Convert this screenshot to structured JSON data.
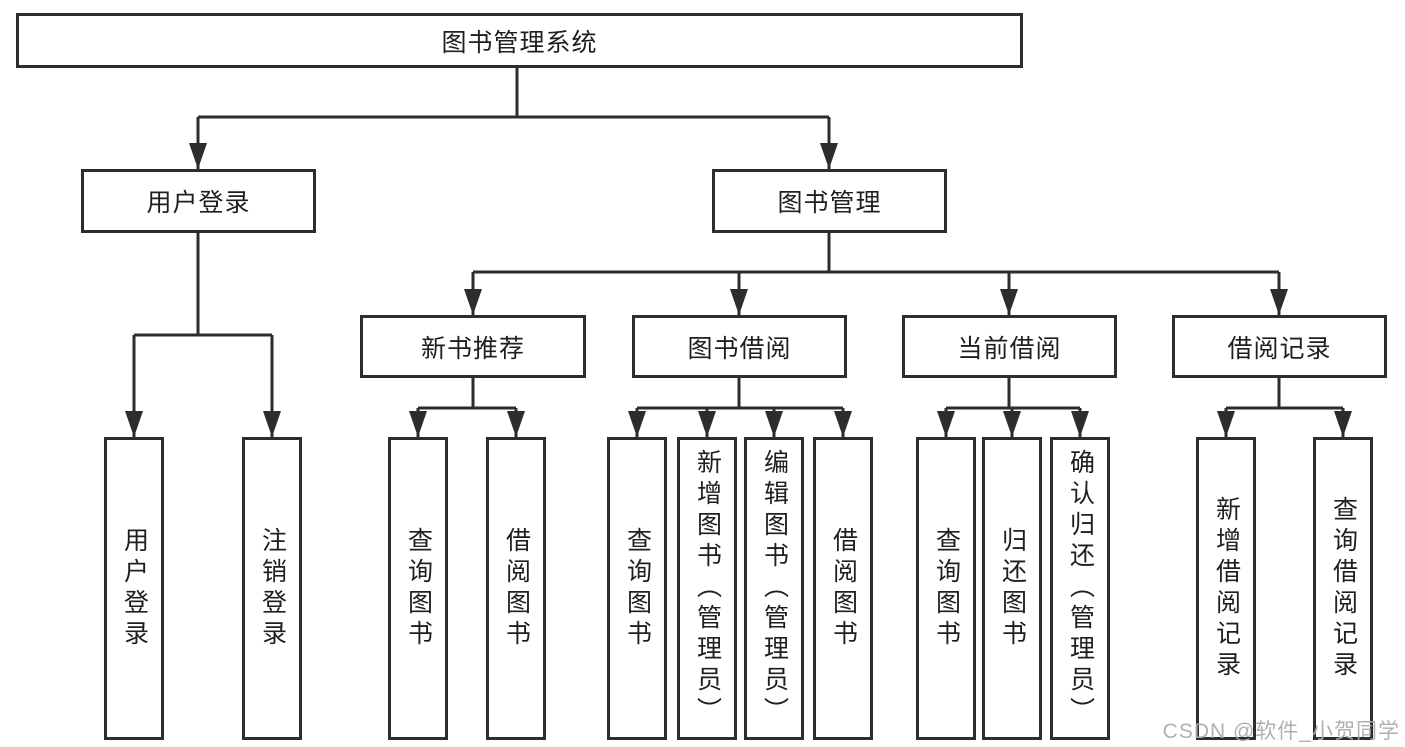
{
  "diagram": {
    "root": {
      "label": "图书管理系统"
    },
    "branches": [
      {
        "label": "用户登录",
        "leaves": [
          {
            "label": "用户登录"
          },
          {
            "label": "注销登录"
          }
        ]
      },
      {
        "label": "图书管理",
        "groups": [
          {
            "label": "新书推荐",
            "leaves": [
              {
                "label": "查询图书"
              },
              {
                "label": "借阅图书"
              }
            ]
          },
          {
            "label": "图书借阅",
            "leaves": [
              {
                "label": "查询图书"
              },
              {
                "label": "新增图书（管理员）"
              },
              {
                "label": "编辑图书（管理员）"
              },
              {
                "label": "借阅图书"
              }
            ]
          },
          {
            "label": "当前借阅",
            "leaves": [
              {
                "label": "查询图书"
              },
              {
                "label": "归还图书"
              },
              {
                "label": "确认归还（管理员）"
              }
            ]
          },
          {
            "label": "借阅记录",
            "leaves": [
              {
                "label": "新增借阅记录"
              },
              {
                "label": "查询借阅记录"
              }
            ]
          }
        ]
      }
    ],
    "colors": {
      "line": "#2d2d2d",
      "text": "#1f1f1f",
      "background": "#ffffff",
      "watermark": "#acacac"
    }
  },
  "watermark": {
    "text": "CSDN @软件_小贺同学"
  }
}
